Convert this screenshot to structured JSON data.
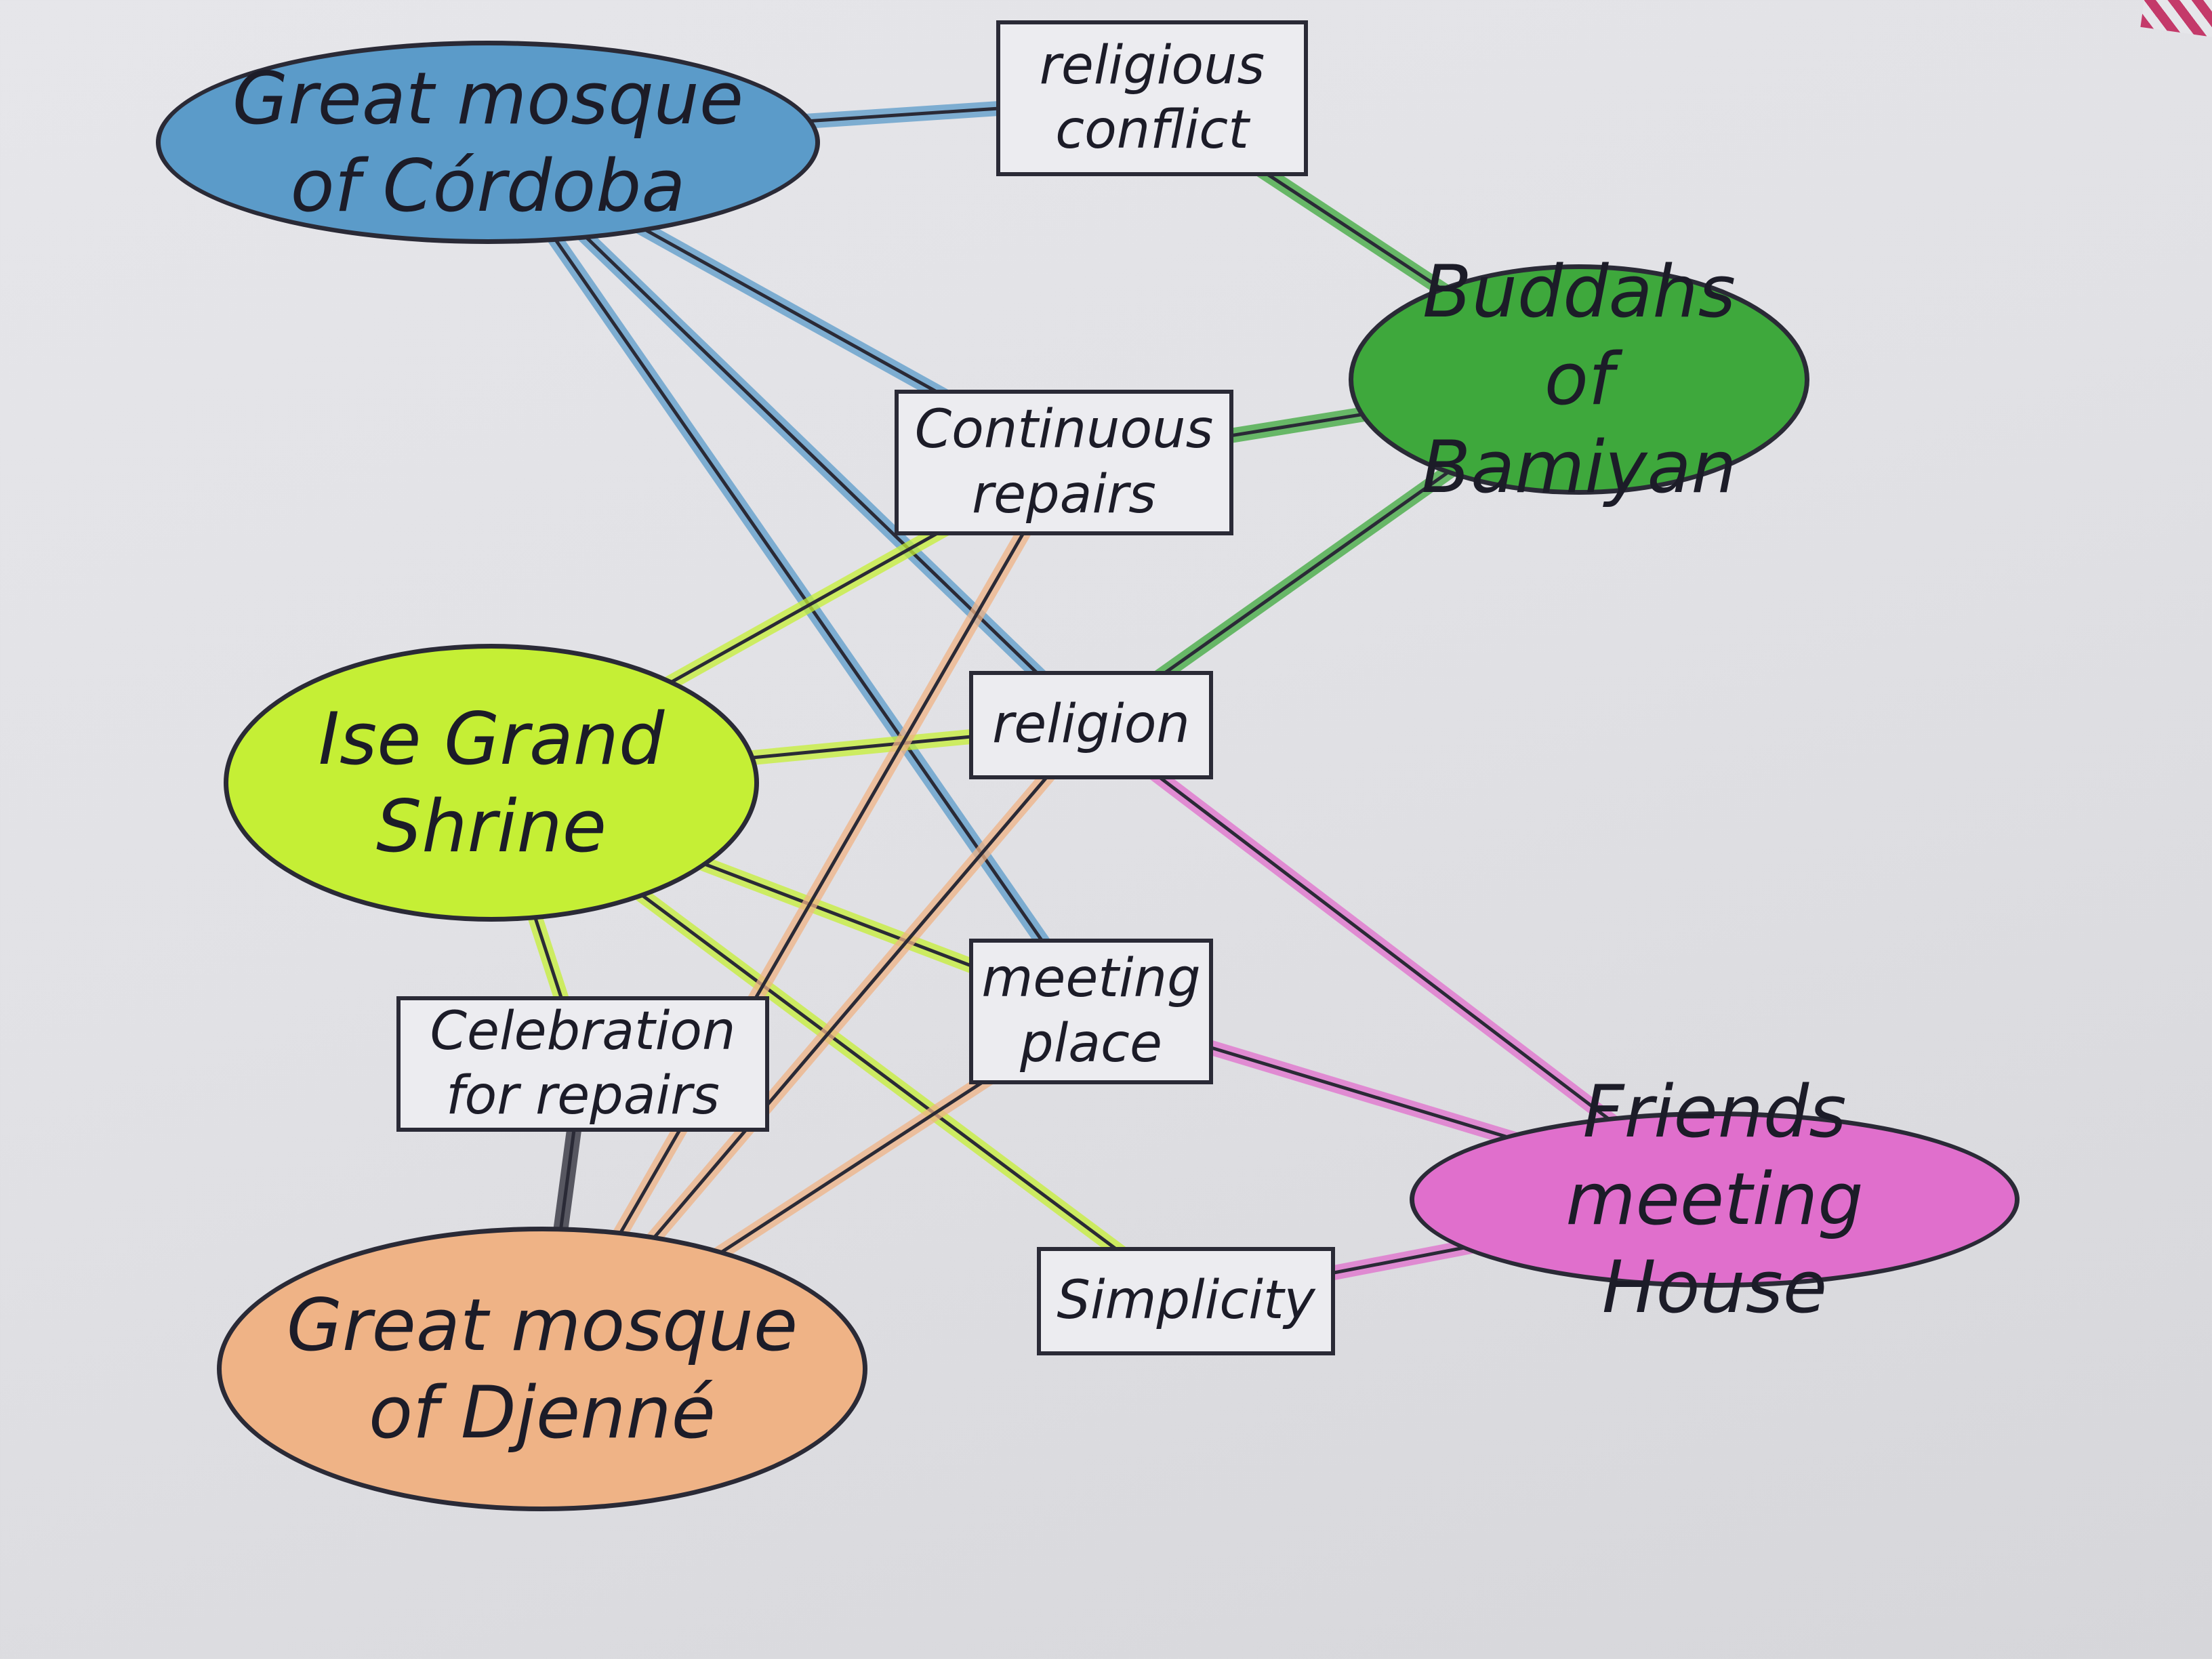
{
  "diagram": {
    "nodes": [
      {
        "id": "cordoba",
        "label": "Great mosque\nof Córdoba",
        "shape": "ellipse",
        "color": "#5b9bc9"
      },
      {
        "id": "ise",
        "label": "Ise Grand\nShrine",
        "shape": "ellipse",
        "color": "#c5ef35"
      },
      {
        "id": "djenne",
        "label": "Great mosque\nof Djenné",
        "shape": "ellipse",
        "color": "#efb386"
      },
      {
        "id": "bamiyan",
        "label": "Buddahs of\nBamiyan",
        "shape": "ellipse",
        "color": "#3ea83c"
      },
      {
        "id": "friends",
        "label": "Friends meeting\nHouse",
        "shape": "ellipse",
        "color": "#e06fcc"
      },
      {
        "id": "conflict",
        "label": "religious\nconflict",
        "shape": "box"
      },
      {
        "id": "repairs",
        "label": "Continuous\nrepairs",
        "shape": "box"
      },
      {
        "id": "religion",
        "label": "religion",
        "shape": "box"
      },
      {
        "id": "meeting",
        "label": "meeting\nplace",
        "shape": "box"
      },
      {
        "id": "celebration",
        "label": "Celebration\nfor repairs",
        "shape": "box"
      },
      {
        "id": "simplicity",
        "label": "Simplicity",
        "shape": "box"
      }
    ],
    "edges": [
      {
        "from": "cordoba",
        "to": "conflict",
        "color": "#5b9bc9"
      },
      {
        "from": "cordoba",
        "to": "repairs",
        "color": "#5b9bc9"
      },
      {
        "from": "cordoba",
        "to": "religion",
        "color": "#5b9bc9"
      },
      {
        "from": "cordoba",
        "to": "meeting",
        "color": "#5b9bc9"
      },
      {
        "from": "bamiyan",
        "to": "conflict",
        "color": "#3ea83c"
      },
      {
        "from": "bamiyan",
        "to": "repairs",
        "color": "#3ea83c"
      },
      {
        "from": "bamiyan",
        "to": "religion",
        "color": "#3ea83c"
      },
      {
        "from": "ise",
        "to": "repairs",
        "color": "#c5ef35"
      },
      {
        "from": "ise",
        "to": "religion",
        "color": "#c5ef35"
      },
      {
        "from": "ise",
        "to": "meeting",
        "color": "#c5ef35"
      },
      {
        "from": "ise",
        "to": "simplicity",
        "color": "#c5ef35"
      },
      {
        "from": "ise",
        "to": "celebration",
        "color": "#c5ef35"
      },
      {
        "from": "djenne",
        "to": "celebration",
        "color": "#2a2a36"
      },
      {
        "from": "djenne",
        "to": "repairs",
        "color": "#efb386"
      },
      {
        "from": "djenne",
        "to": "religion",
        "color": "#efb386"
      },
      {
        "from": "djenne",
        "to": "meeting",
        "color": "#efb386"
      },
      {
        "from": "friends",
        "to": "religion",
        "color": "#e06fcc"
      },
      {
        "from": "friends",
        "to": "meeting",
        "color": "#e06fcc"
      },
      {
        "from": "friends",
        "to": "simplicity",
        "color": "#e06fcc"
      }
    ]
  }
}
